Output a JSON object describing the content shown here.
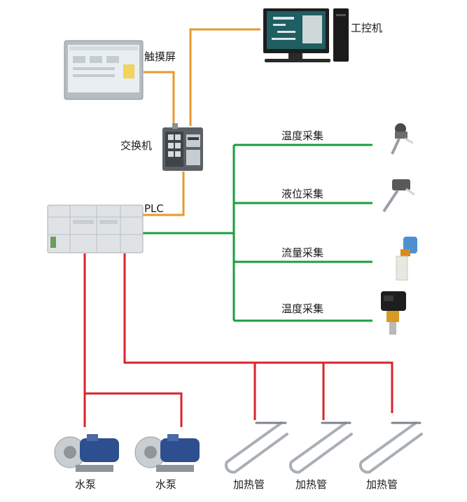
{
  "labels": {
    "industrial_pc": "工控机",
    "touch_screen": "触摸屏",
    "switch": "交换机",
    "plc": "PLC",
    "sensor_1": "温度采集",
    "sensor_2": "液位采集",
    "sensor_3": "流量采集",
    "sensor_4": "温度采集",
    "pump_1": "水泵",
    "pump_2": "水泵",
    "heater_1": "加热管",
    "heater_2": "加热管",
    "heater_3": "加热管"
  },
  "colors": {
    "ethernet_line": "#e8982f",
    "signal_line": "#1a9e3f",
    "power_line": "#d9242b",
    "device_gray": "#c8cdd2",
    "pump_blue": "#2d4f8f"
  }
}
